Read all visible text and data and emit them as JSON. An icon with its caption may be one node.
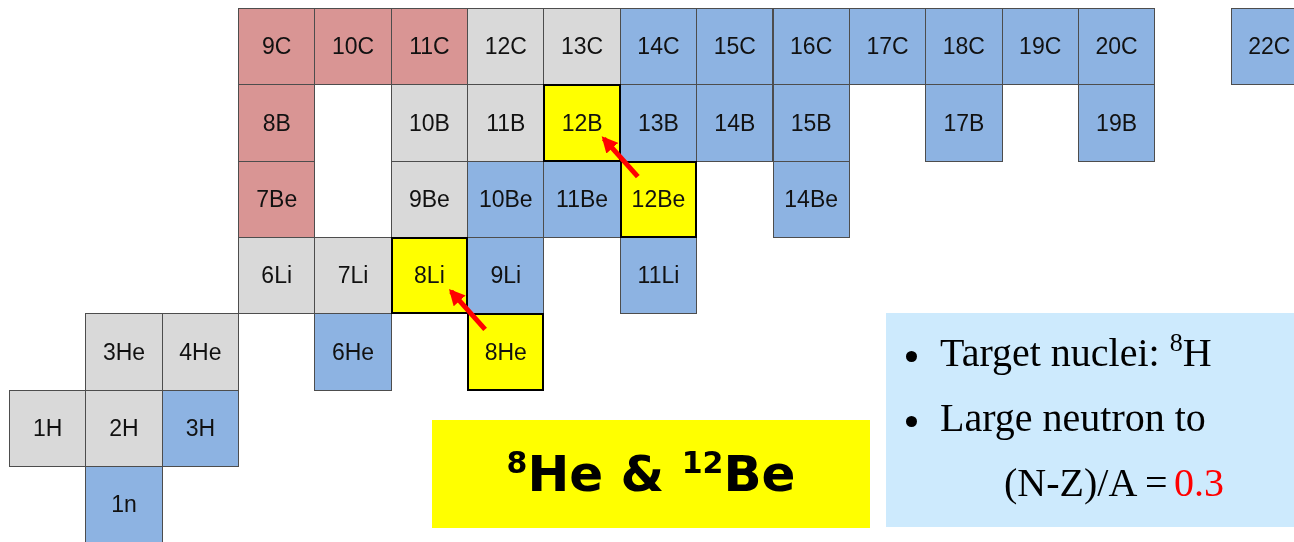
{
  "diagram": {
    "nodes": [
      {
        "text": [
          "9C"
        ]
      },
      {
        "text": [
          "10C"
        ]
      },
      {
        "text": [
          "11C"
        ]
      },
      {
        "text": [
          "12C"
        ]
      },
      {
        "text": [
          "13C"
        ]
      },
      {
        "text": [
          "14C"
        ]
      },
      {
        "text": [
          "15C"
        ]
      },
      {
        "text": [
          "16C"
        ]
      },
      {
        "text": [
          "17C"
        ]
      },
      {
        "text": [
          "18C"
        ]
      },
      {
        "text": [
          "19C"
        ]
      },
      {
        "text": [
          "20C"
        ]
      },
      {
        "text": [
          "22C"
        ]
      },
      {
        "text": [
          "8B"
        ]
      },
      {
        "text": [
          "10B"
        ]
      },
      {
        "text": [
          "11B"
        ]
      },
      {
        "text": [
          "12B"
        ]
      },
      {
        "text": [
          "13B"
        ]
      },
      {
        "text": [
          "14B"
        ]
      },
      {
        "text": [
          "15B"
        ]
      },
      {
        "text": [
          "17B"
        ]
      },
      {
        "text": [
          "19B"
        ]
      },
      {
        "text": [
          "7Be"
        ]
      },
      {
        "text": [
          "9Be"
        ]
      },
      {
        "text": [
          "10Be"
        ]
      },
      {
        "text": [
          "11Be"
        ]
      },
      {
        "text": [
          "12Be"
        ]
      },
      {
        "text": [
          "14Be"
        ]
      },
      {
        "text": [
          "6Li"
        ]
      },
      {
        "text": [
          "7Li"
        ]
      },
      {
        "text": [
          "8Li"
        ]
      },
      {
        "text": [
          "9Li"
        ]
      },
      {
        "text": [
          "11Li"
        ]
      },
      {
        "text": [
          "3He"
        ]
      },
      {
        "text": [
          "4He"
        ]
      },
      {
        "text": [
          "6He"
        ]
      },
      {
        "text": [
          "8He"
        ]
      },
      {
        "text": [
          "1H"
        ]
      },
      {
        "text": [
          "2H"
        ]
      },
      {
        "text": [
          "3H"
        ]
      },
      {
        "text": [
          "1n"
        ]
      },
      {
        "text": [
          "$^{8}$He & $^{12}$Be"
        ]
      },
      {
        "text": [
          "Target nuclei: $^{8}$H",
          "Large neutron to",
          "(N-Z)/A =",
          "0.3"
        ]
      }
    ],
    "edges": [
      {
        "from": 36,
        "to": 30,
        "arrow": "to"
      },
      {
        "from": 26,
        "to": 16,
        "arrow": "to"
      }
    ]
  }
}
